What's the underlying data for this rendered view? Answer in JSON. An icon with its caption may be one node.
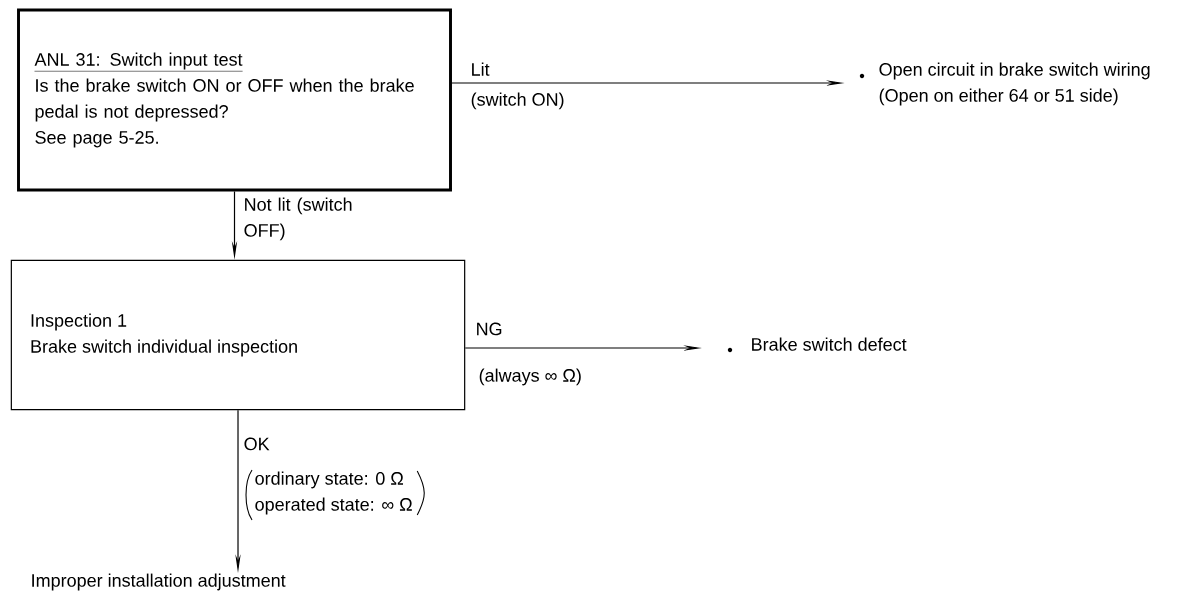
{
  "diagram": {
    "nodes": [
      {
        "text": [
          "ANL 31: Switch input test",
          "Is the brake switch ON or OFF when the brake pedal is not depressed?",
          "See page 5-25."
        ]
      },
      {
        "text": [
          "Open circuit in brake switch wiring",
          "(Open on either 64 or 51 side)"
        ]
      },
      {
        "text": [
          "Inspection 1",
          "Brake switch individual inspection"
        ]
      },
      {
        "text": [
          "Brake switch defect"
        ]
      },
      {
        "text": [
          "Improper installation adjustment"
        ]
      }
    ],
    "edges": [
      {
        "from": 0,
        "to": 1,
        "arrow": "to",
        "label": "Lit"
      },
      {
        "from": 0,
        "to": 2,
        "arrow": "to",
        "label": "Not lit (switch OFF)"
      },
      {
        "from": 2,
        "to": 3,
        "arrow": "to",
        "label": "NG"
      },
      {
        "from": 2,
        "to": 4,
        "arrow": "to",
        "label": "OK"
      }
    ],
    "labels": [
      "(switch ON)",
      "(always ∞ Ω)",
      "ordinary state: 0 Ω",
      "operated state: ∞ Ω"
    ]
  }
}
